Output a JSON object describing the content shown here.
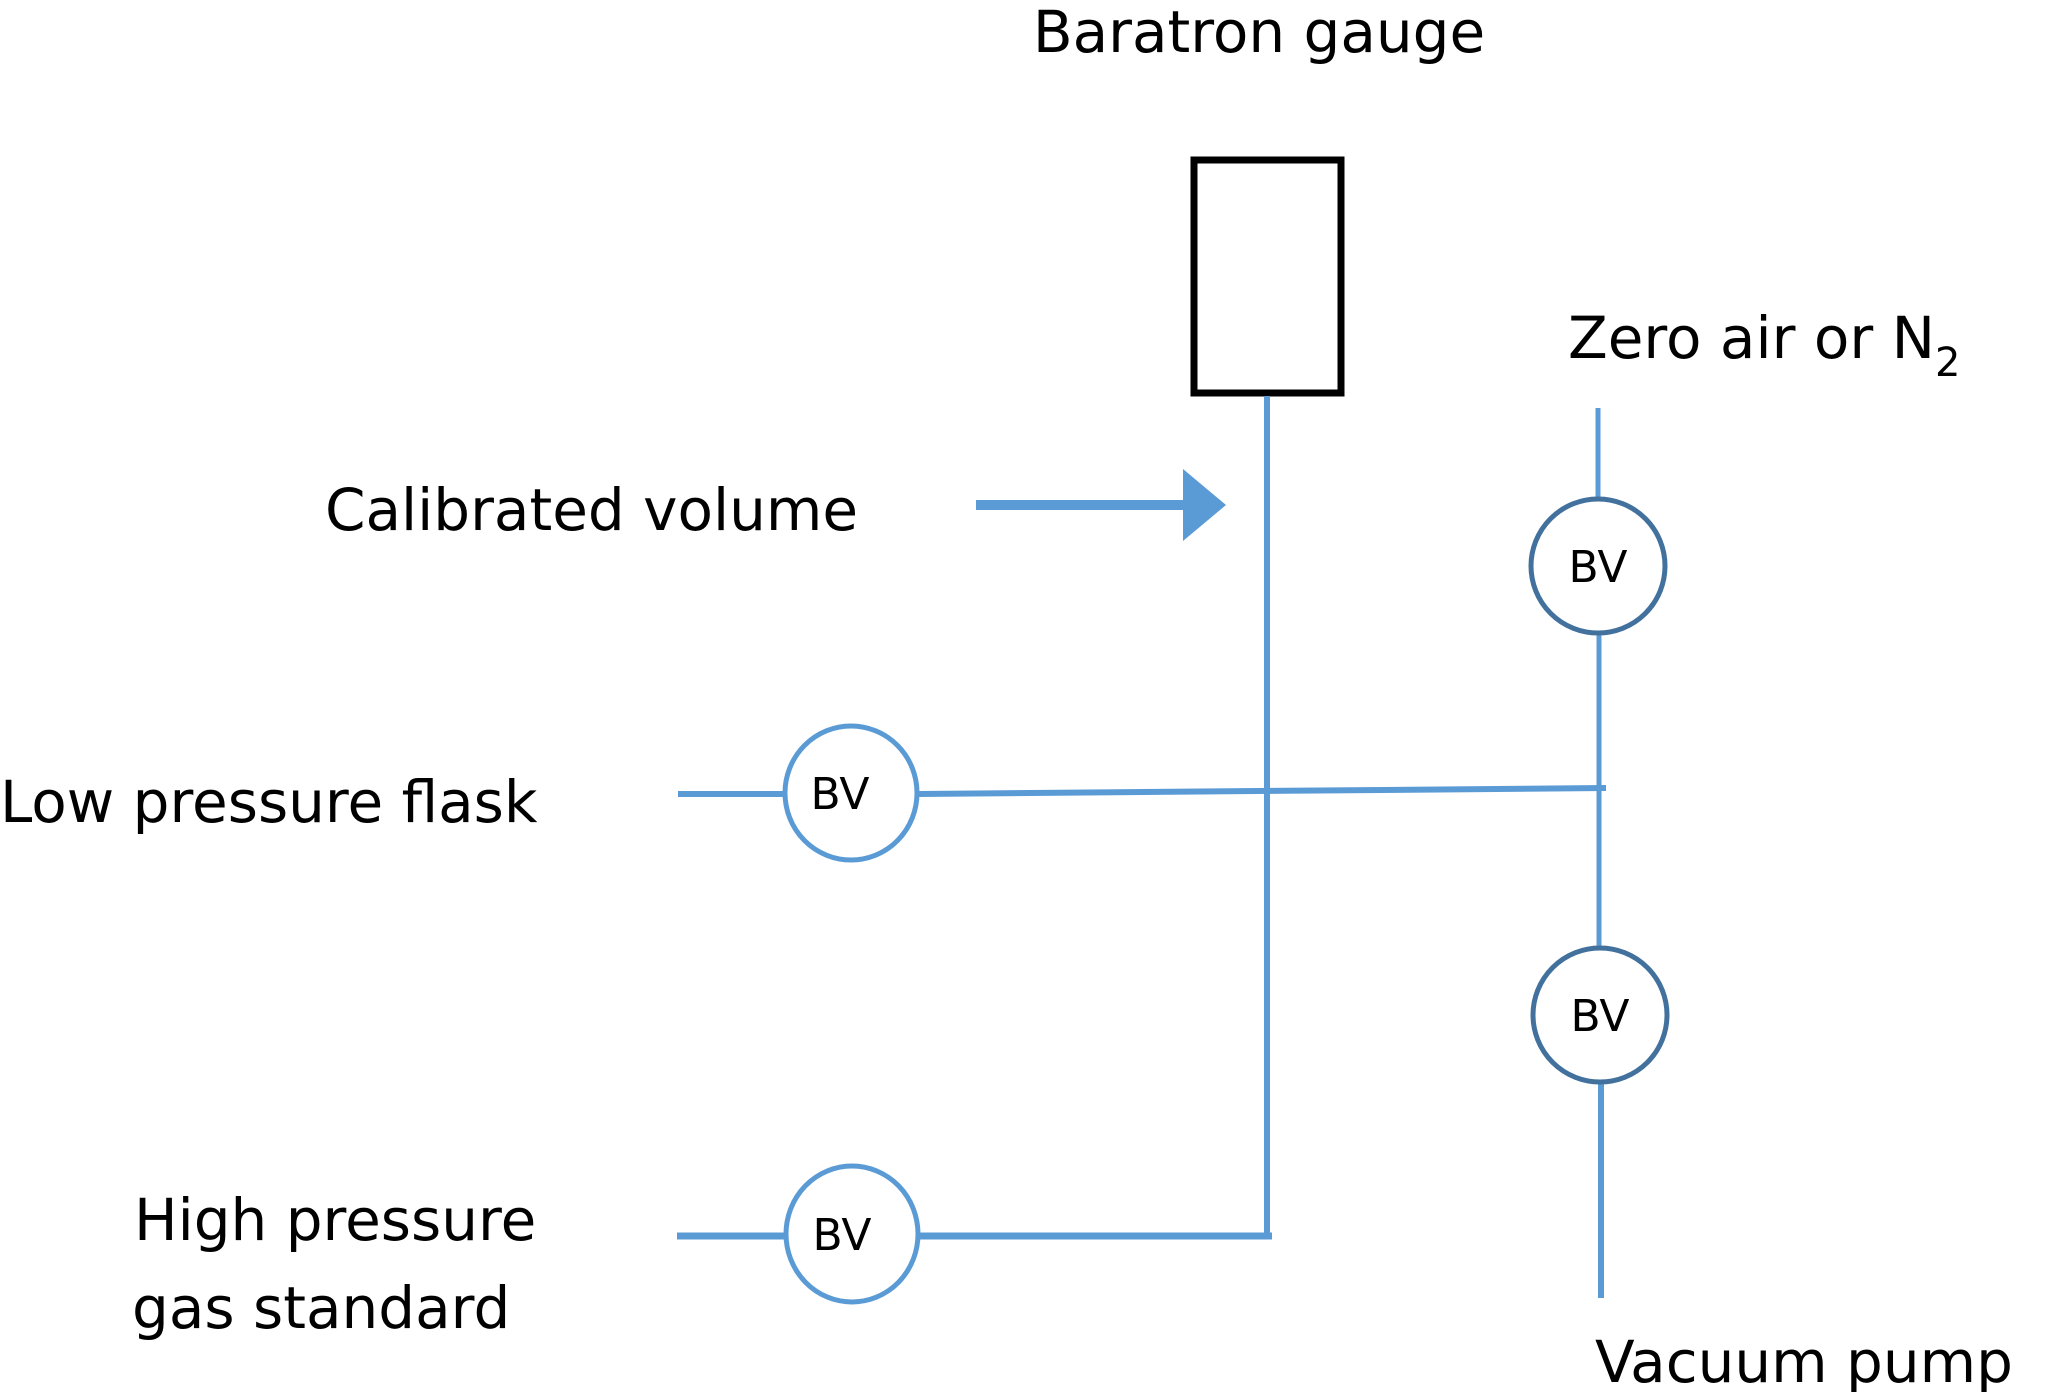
{
  "diagram": {
    "title_label": "Baratron gauge",
    "labels": {
      "baratron_gauge": "Baratron gauge",
      "calibrated_volume": "Calibrated volume",
      "zero_air": "Zero air or N",
      "zero_air_subscript": "2",
      "low_pressure_flask": "Low pressure flask",
      "high_pressure_line1": "High pressure",
      "high_pressure_line2": "gas standard",
      "vacuum_pump": "Vacuum pump"
    },
    "valves": [
      {
        "id": "valve-zero-air",
        "label": "BV"
      },
      {
        "id": "valve-vacuum-pump",
        "label": "BV"
      },
      {
        "id": "valve-low-pressure-flask",
        "label": "BV"
      },
      {
        "id": "valve-high-pressure-standard",
        "label": "BV"
      }
    ],
    "colors": {
      "line": "#5B9BD5",
      "valve_light": "#5B9BD5",
      "valve_dark": "#41719C",
      "gauge_border": "#000000"
    }
  }
}
